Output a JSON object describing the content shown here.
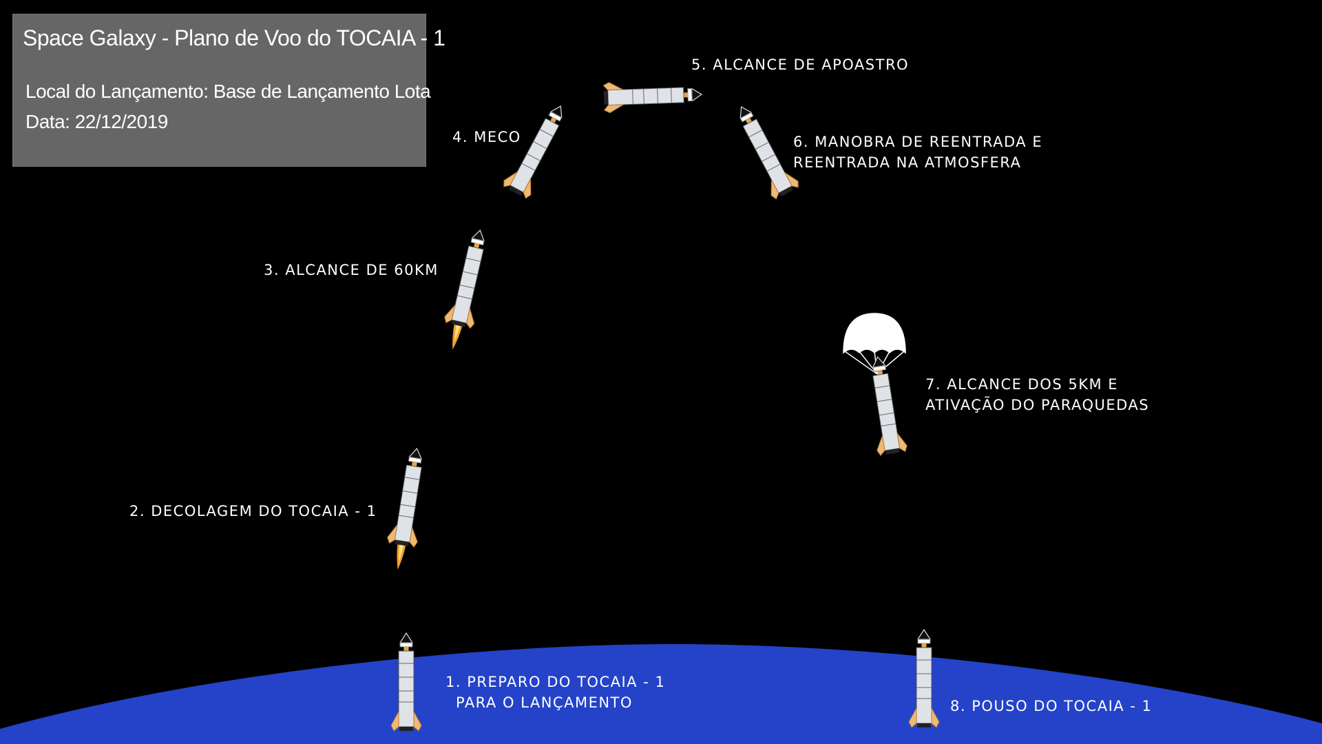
{
  "header": {
    "title": "Space Galaxy - Plano de Voo do TOCAIA - 1",
    "launch_site": "Local do Lançamento: Base de Lançamento Lota",
    "date": "Data: 22/12/2019"
  },
  "steps": [
    {
      "line1": "1. PREPARO DO TOCAIA - 1",
      "line2": "PARA O LANÇAMENTO"
    },
    {
      "line1": "2. DECOLAGEM DO TOCAIA - 1"
    },
    {
      "line1": "3. ALCANCE DE 60KM"
    },
    {
      "line1": "4. MECO"
    },
    {
      "line1": "5. ALCANCE DE APOASTRO"
    },
    {
      "line1": "6. MANOBRA DE REENTRADA E",
      "line2": "REENTRADA NA ATMOSFERA"
    },
    {
      "line1": "7. ALCANCE DOS 5KM E",
      "line2": "ATIVAÇÃO DO PARAQUEDAS"
    },
    {
      "line1": "8. POUSO DO TOCAIA - 1"
    }
  ],
  "icons": [
    "rocket-icon",
    "flame-icon",
    "parachute-icon"
  ],
  "colors": {
    "background": "#000000",
    "earth": "#2443c8",
    "info_box": "#666666",
    "rocket_body": "#dfe3e8",
    "fins": "#f0b870",
    "flame": "#f2a02e"
  }
}
